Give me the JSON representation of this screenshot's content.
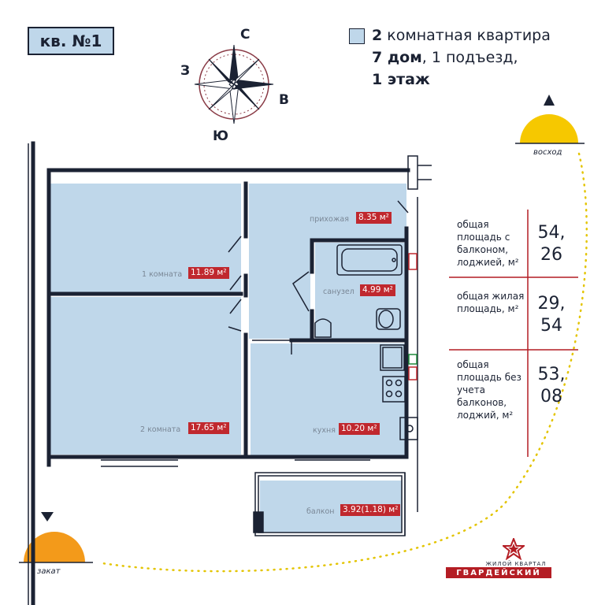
{
  "apartment": {
    "badge": "кв. №1"
  },
  "legend": {
    "rooms_count": "2",
    "rooms_text": " комнатная квартира",
    "house": "7 дом",
    "entrance": ", 1 подъезд,",
    "floor": "1 этаж"
  },
  "compass": {
    "north": "С",
    "east": "В",
    "south": "Ю",
    "west": "З"
  },
  "sun": {
    "sunrise": "восход",
    "sunset": "закат"
  },
  "stats": [
    {
      "label": "общая площадь с балконом, лоджией, м²",
      "value_line1": "54,",
      "value_line2": "26"
    },
    {
      "label": "общая жилая площадь, м²",
      "value_line1": "29,",
      "value_line2": "54"
    },
    {
      "label": "общая площадь без учета балконов, лоджий, м²",
      "value_line1": "53,",
      "value_line2": "08"
    }
  ],
  "rooms": {
    "hall": {
      "name": "прихожая",
      "area": "8.35 м²"
    },
    "room1": {
      "name": "1 комната",
      "area": "11.89 м²"
    },
    "bathroom": {
      "name": "санузел",
      "area": "4.99 м²"
    },
    "room2": {
      "name": "2 комната",
      "area": "17.65 м²"
    },
    "kitchen": {
      "name": "кухня",
      "area": "10.20 м²"
    },
    "balcony": {
      "name": "балкон",
      "area": "3.92(1.18) м²"
    }
  },
  "logo": {
    "subtitle": "ЖИЛОЙ КВАРТАЛ",
    "name": "ГВАРДЕЙСКИЙ"
  },
  "colors": {
    "room_fill": "#bfd7ea",
    "accent": "#c0282e",
    "sun": "#f6c800",
    "sunset": "#f39a1a",
    "ink": "#1b2233"
  }
}
